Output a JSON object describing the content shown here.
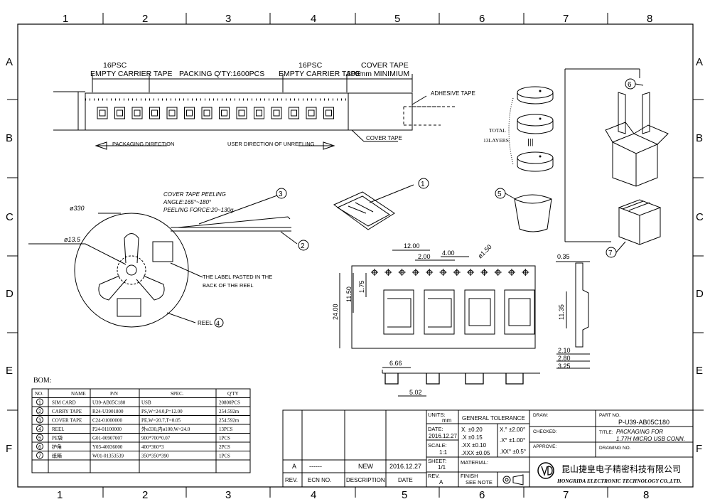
{
  "grid": {
    "cols": [
      "1",
      "2",
      "3",
      "4",
      "5",
      "6",
      "7",
      "8"
    ],
    "rows": [
      "A",
      "B",
      "C",
      "D",
      "E",
      "F"
    ]
  },
  "tape": {
    "left_16psc": "16PSC",
    "left_empty": "EMPTY CARRIER TAPE",
    "packing_qty": "PACKING Q'TY:1600PCS",
    "right_16psc": "16PSC",
    "right_empty": "EMPTY CARRIER TAPE",
    "cover_tape_top": "COVER TAPE",
    "cover_min": "300mm MINIMIUM",
    "adhesive": "ADHESIVE TAPE",
    "cover_bottom": "COVER TAPE",
    "packaging_direction": "PACKAGING DIRECTION",
    "user_direction": "USER DIRECTION OF UNREELING"
  },
  "stack": {
    "total": "TOTAL",
    "layers": "13LAYERS",
    "sep": "|||"
  },
  "reel": {
    "dia_330": "ø330",
    "dia_13_5": "ø13.5",
    "label_note_1": "THE LABEL PASTED IN THE",
    "label_note_2": "BACK OF THE REEL",
    "reel_label": "REEL"
  },
  "peel": {
    "l1": "COVER TAPE PEELING",
    "l2": "ANGLE:165°~180°",
    "l3": "PEELING FORCE:20~130g"
  },
  "callouts": {
    "c1": "1",
    "c2": "2",
    "c3": "3",
    "c4": "4",
    "c5": "5",
    "c6": "6",
    "c7": "7"
  },
  "dims": {
    "d12": "12.00",
    "d2": "2.00",
    "d4": "4.00",
    "d150": "ø1.50",
    "d1150": "11.50",
    "d175": "1.75",
    "d24": "24.00",
    "d035": "0.35",
    "d1135": "11.35",
    "d210": "2.10",
    "d280": "2.80",
    "d325": "3.25",
    "d666": "6.66",
    "d502": "5.02"
  },
  "bom": {
    "title": "BOM:",
    "headers": [
      "NO.",
      "NAME",
      "P/N",
      "SPEC.",
      "Q'TY"
    ],
    "rows": [
      [
        "1",
        "SIM CARD",
        "U39-AB05C180",
        "USB",
        "20800PCS"
      ],
      [
        "2",
        "CARRY TAPE",
        "R24-U3901800",
        "PS,W=24.0,P=12.00",
        "254.592m"
      ],
      [
        "3",
        "COVER TAPE",
        "C24-01000000",
        "PE,W=20.7,T=0.05",
        "254.592m"
      ],
      [
        "4",
        "REEL",
        "P24-01100000",
        "外ø330,内ø100,W=24.0",
        "13PCS"
      ],
      [
        "5",
        "PE袋",
        "G01-00907007",
        "900*700*0.07",
        "1PCS"
      ],
      [
        "6",
        "护角",
        "Y03-40036000",
        "400*360*3",
        "2PCS"
      ],
      [
        "7",
        "纸箱",
        "W01-01353539",
        "350*350*390",
        "1PCS"
      ]
    ]
  },
  "title_block": {
    "rev_row": {
      "rev": "A",
      "ecn": "------",
      "desc": "NEW",
      "date": "2016.12.27"
    },
    "rev_hdr": {
      "rev": "REV.",
      "ecn": "ECN NO.",
      "desc": "DESCRIPTION",
      "date": "DATE"
    },
    "units_l": "UNITS:",
    "units_v": "mm",
    "date_l": "DATE:",
    "date_v": "2016.12.27",
    "scale_l": "SCALE:",
    "scale_v": "1:1",
    "sheet_l": "SHEET:",
    "sheet_v": "1/1",
    "rev_l": "REV.",
    "rev_v": "A",
    "gen_tol": "GENERAL TOLERANCE",
    "tol_x": "X.  ±0.20",
    "tol_x1": ".X  ±0.15",
    "tol_x2": ".XX ±0.10",
    "tol_x3": ".XXX ±0.05",
    "ang1": "X.°  ±2.00°",
    "ang2": ".X°  ±1.00°",
    "ang3": ".XX° ±0.5°",
    "material": "MATERIAL:",
    "finish": "FINISH",
    "see_note": "SEE NOTE",
    "draw": "DRAW:",
    "checked": "CHECKED:",
    "approve": "APPROVE:",
    "part_no_l": "PART NO.",
    "part_no": "P-U39-AB05C180",
    "title_l": "TITLE:",
    "title1": "PACKAGING FOR",
    "title2": "1.77H MICRO USB CONN.",
    "drawing_no": "DRAWING NO.",
    "company_cn": "昆山捷皇电子精密科技有限公司",
    "company_en": "HONGRIDA ELECTRONIC TECHNOLOGY CO.,LTD."
  }
}
